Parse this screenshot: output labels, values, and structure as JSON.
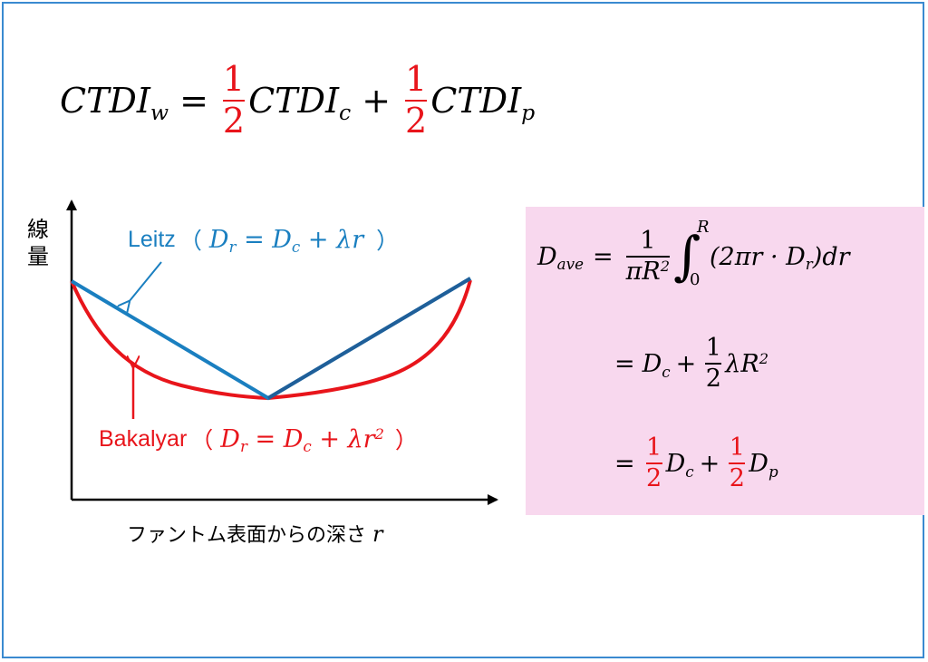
{
  "top_formula": {
    "lhs": "CTDI",
    "lhs_sub": "w",
    "equals": "=",
    "frac1_num": "1",
    "frac1_den": "2",
    "term1": "CTDI",
    "term1_sub": "c",
    "plus": "+",
    "frac2_num": "1",
    "frac2_den": "2",
    "term2": "CTDI",
    "term2_sub": "p"
  },
  "diagram": {
    "y_axis_label": "線量",
    "x_axis_label": "ファントム表面からの深さ",
    "x_axis_symbol": "r",
    "leitz": {
      "name": "Leitz",
      "open_paren": "（",
      "formula": "D",
      "formula_sub": "r",
      "formula_rest": " = D",
      "formula_rest_sub": "c",
      "formula_tail": " + λr",
      "close_paren": "）",
      "color": "#1a7fc0"
    },
    "bakalyar": {
      "name": "Bakalyar",
      "open_paren": "（",
      "formula": "D",
      "formula_sub": "r",
      "formula_rest": " = D",
      "formula_rest_sub": "c",
      "formula_tail": " + λr",
      "formula_sup": "2",
      "close_paren": "）",
      "color": "#e8151b"
    }
  },
  "derivation": {
    "line1": {
      "lhs": "D",
      "lhs_sub": "ave",
      "equals": "=",
      "frac_num": "1",
      "frac_den": "πR",
      "frac_den_sup": "2",
      "int_upper": "R",
      "int_lower": "0",
      "integrand": "(2πr · D",
      "integrand_sub": "r",
      "integrand_tail": ")dr"
    },
    "line2": {
      "equals": "=",
      "term": "D",
      "term_sub": "c",
      "plus": "+",
      "frac_num": "1",
      "frac_den": "2",
      "tail": "λR",
      "tail_sup": "2"
    },
    "line3": {
      "equals": "=",
      "frac1_num": "1",
      "frac1_den": "2",
      "term1": "D",
      "term1_sub": "c",
      "plus": "+",
      "frac2_num": "1",
      "frac2_den": "2",
      "term2": "D",
      "term2_sub": "p"
    },
    "box_color": "#f8d8ee"
  },
  "colors": {
    "frame": "#3a8ad0",
    "red": "#e8151b",
    "blue": "#1a7fc0",
    "dark_blue": "#1f5f99"
  }
}
